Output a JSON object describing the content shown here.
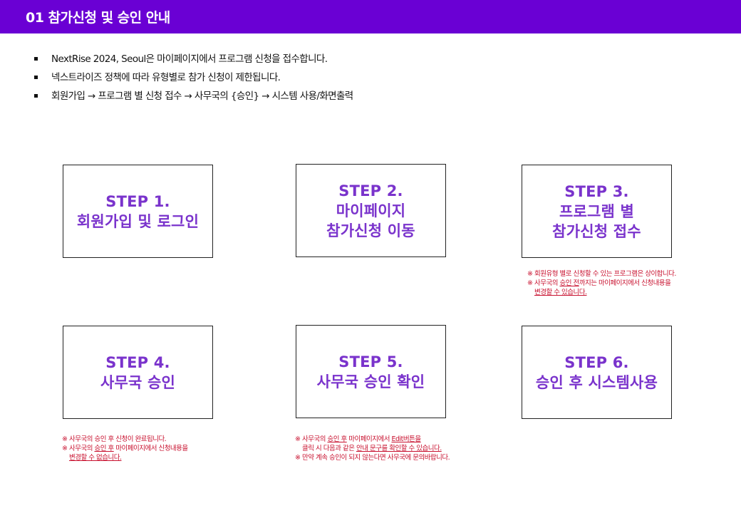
{
  "header": {
    "title": "01 참가신청 및 승인 안내"
  },
  "intro": [
    "NextRise 2024, Seoul은 마이페이지에서 프로그램 신청을 접수합니다.",
    "넥스트라이즈 정책에 따라 유형별로 참가 신청이 제한됩니다.",
    "회원가입 → 프로그램 별 신청 접수 → 사무국의 {승인} → 시스템 사용/화면출력"
  ],
  "steps": [
    {
      "lines": [
        "STEP 1.",
        "회원가입 및 로그인"
      ]
    },
    {
      "lines": [
        "STEP 2.",
        "마이페이지",
        "참가신청 이동"
      ]
    },
    {
      "lines": [
        "STEP 3.",
        "프로그램 별",
        "참가신청 접수"
      ]
    },
    {
      "lines": [
        "STEP 4.",
        "사무국 승인"
      ]
    },
    {
      "lines": [
        "STEP 5.",
        "사무국 승인 확인"
      ]
    },
    {
      "lines": [
        "STEP 6.",
        "승인 후 시스템사용"
      ]
    }
  ],
  "notes": {
    "mark": "※",
    "step3": {
      "n1": "회원유형 별로 신청할 수 있는 프로그램은 상이합니다.",
      "n2_a": "사무국의 ",
      "n2_b": "승인 전",
      "n2_c": "까지는 마이페이지에서 신청내용을",
      "n2_d": "변경할 수 있습니다."
    },
    "step4": {
      "n1": "사무국의 승인 후 신청이 완료됩니다.",
      "n2_a": "사무국의 ",
      "n2_b": "승인 후",
      "n2_c": " 마이페이지에서 신청내용을",
      "n2_d": "변경할 수 없습니다."
    },
    "step5": {
      "n1_a": "사무국의 ",
      "n1_b": "승인 후",
      "n1_c": " 마이페이지에서 ",
      "n1_d": "Edit버튼을",
      "n1_e": "클릭 시 다음과 같은 ",
      "n1_f": "안내 문구를 확인할 수 있습니다.",
      "n2": "만약 계속 승인이 되지 않는다면 사무국에 문의바랍니다."
    }
  }
}
